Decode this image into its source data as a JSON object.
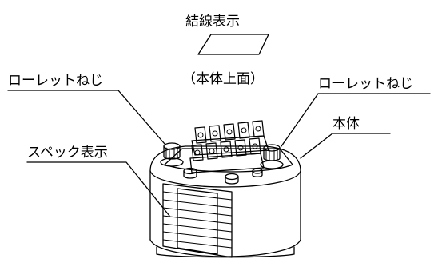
{
  "labels": {
    "wiring_display": "結線表示",
    "body_top_view": "（本体上面）",
    "knurled_screw_left": "ローレットねじ",
    "knurled_screw_right": "ローレットねじ",
    "main_body": "本体",
    "spec_display": "スペック表示"
  }
}
